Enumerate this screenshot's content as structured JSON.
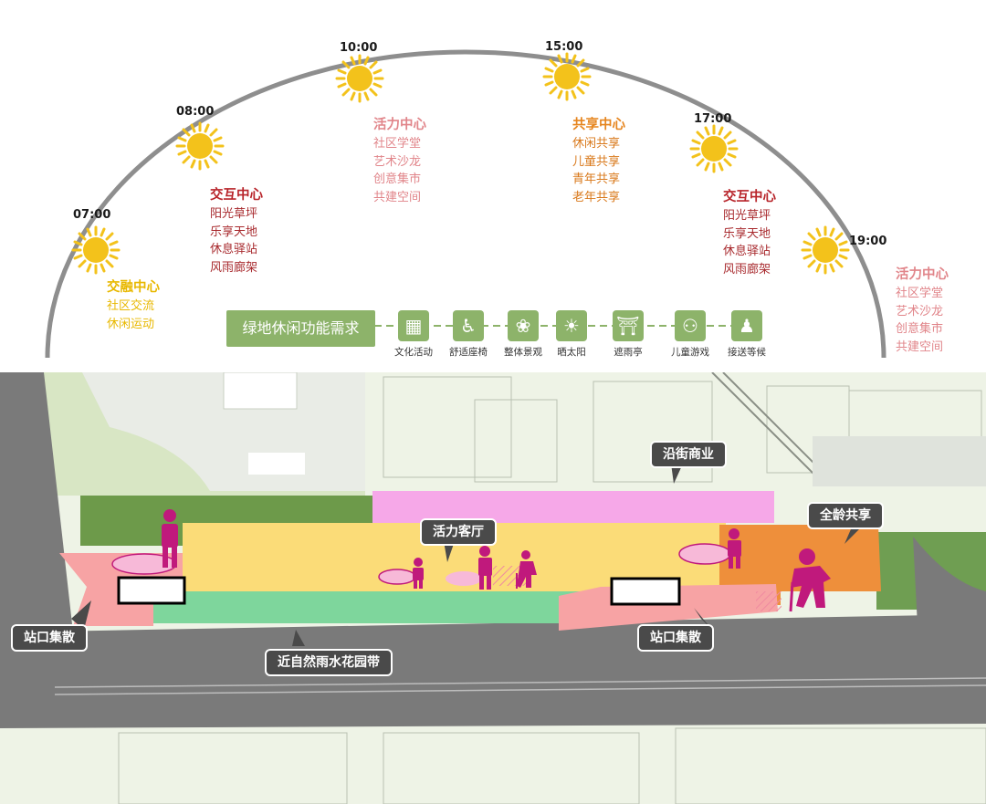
{
  "sun_arc": {
    "times": [
      "07:00",
      "08:00",
      "10:00",
      "15:00",
      "17:00",
      "19:00"
    ]
  },
  "zones": {
    "jiaorong": {
      "title": "交融中心",
      "items": [
        "社区交流",
        "休闲运动"
      ]
    },
    "jiaohu_left": {
      "title": "交互中心",
      "items": [
        "阳光草坪",
        "乐享天地",
        "休息驿站",
        "风雨廊架"
      ]
    },
    "huoli_top": {
      "title": "活力中心",
      "items": [
        "社区学堂",
        "艺术沙龙",
        "创意集市",
        "共建空间"
      ]
    },
    "gongxiang": {
      "title": "共享中心",
      "items": [
        "休闲共享",
        "儿童共享",
        "青年共享",
        "老年共享"
      ]
    },
    "jiaohu_right": {
      "title": "交互中心",
      "items": [
        "阳光草坪",
        "乐享天地",
        "休息驿站",
        "风雨廊架"
      ]
    },
    "huoli_right": {
      "title": "活力中心",
      "items": [
        "社区学堂",
        "艺术沙龙",
        "创意集市",
        "共建空间"
      ]
    }
  },
  "functions": {
    "title": "绿地休闲功能需求",
    "items": [
      {
        "label": "文化活动",
        "icon": "culture-icon"
      },
      {
        "label": "舒适座椅",
        "icon": "seat-icon"
      },
      {
        "label": "整体景观",
        "icon": "flower-icon"
      },
      {
        "label": "晒太阳",
        "icon": "sun-icon"
      },
      {
        "label": "遮雨亭",
        "icon": "pavilion-icon"
      },
      {
        "label": "儿童游戏",
        "icon": "child-play-icon"
      },
      {
        "label": "接送等候",
        "icon": "walking-icon"
      }
    ]
  },
  "map_labels": {
    "street_commerce": "沿街商业",
    "vitality_lounge": "活力客厅",
    "all_ages": "全龄共享",
    "station_left": "站口集散",
    "station_right": "站口集散",
    "rain_garden": "近自然雨水花园带"
  },
  "colors": {
    "arc": "#8e8e8e",
    "sun": "#f3c21b",
    "function_green": "#8db36a",
    "commerce_pink": "#f6a8e8",
    "lounge_yellow": "#fbdc78",
    "garden_green": "#7ed69c",
    "station_salmon": "#f7a3a4",
    "share_orange": "#ee8f3b",
    "people_magenta": "#c0197c",
    "road": "#7a7a7a"
  }
}
